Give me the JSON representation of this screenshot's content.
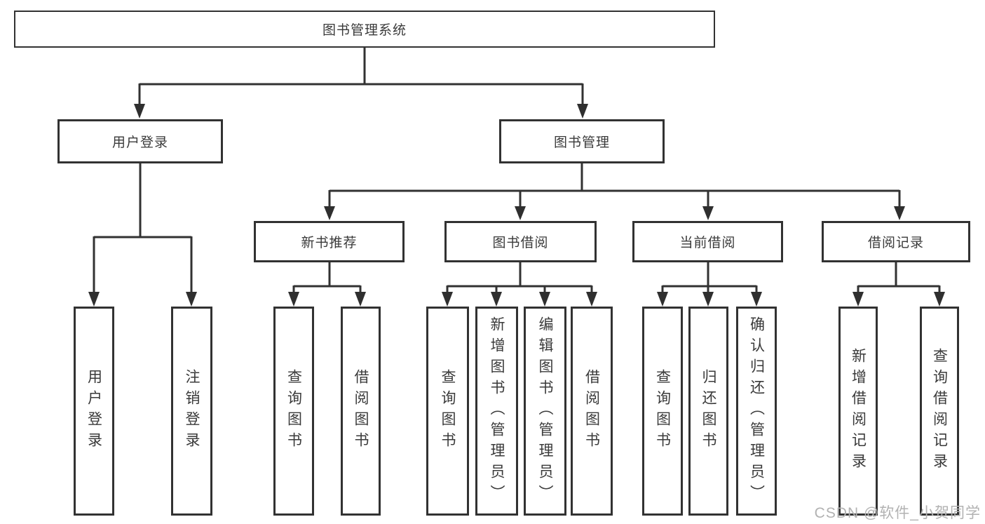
{
  "diagram": {
    "root": {
      "label": "图书管理系统"
    },
    "level2": [
      {
        "label": "用户登录"
      },
      {
        "label": "图书管理"
      }
    ],
    "level3": [
      {
        "label": "新书推荐"
      },
      {
        "label": "图书借阅"
      },
      {
        "label": "当前借阅"
      },
      {
        "label": "借阅记录"
      }
    ],
    "leaves": [
      {
        "label": "用户登录",
        "parent": "用户登录"
      },
      {
        "label": "注销登录",
        "parent": "用户登录"
      },
      {
        "label": "查询图书",
        "parent": "新书推荐"
      },
      {
        "label": "借阅图书",
        "parent": "新书推荐"
      },
      {
        "label": "查询图书",
        "parent": "图书借阅"
      },
      {
        "label": "新增图书（管理员）",
        "parent": "图书借阅"
      },
      {
        "label": "编辑图书（管理员）",
        "parent": "图书借阅"
      },
      {
        "label": "借阅图书",
        "parent": "图书借阅"
      },
      {
        "label": "查询图书",
        "parent": "当前借阅"
      },
      {
        "label": "归还图书",
        "parent": "当前借阅"
      },
      {
        "label": "确认归还（管理员）",
        "parent": "当前借阅"
      },
      {
        "label": "新增借阅记录",
        "parent": "借阅记录"
      },
      {
        "label": "查询借阅记录",
        "parent": "借阅记录"
      }
    ]
  },
  "watermark": "CSDN @软件_小贺同学",
  "colors": {
    "border": "#323232",
    "text": "#3a3a3a",
    "line": "#323232",
    "watermark": "#b2b2b2",
    "background": "#ffffff"
  }
}
